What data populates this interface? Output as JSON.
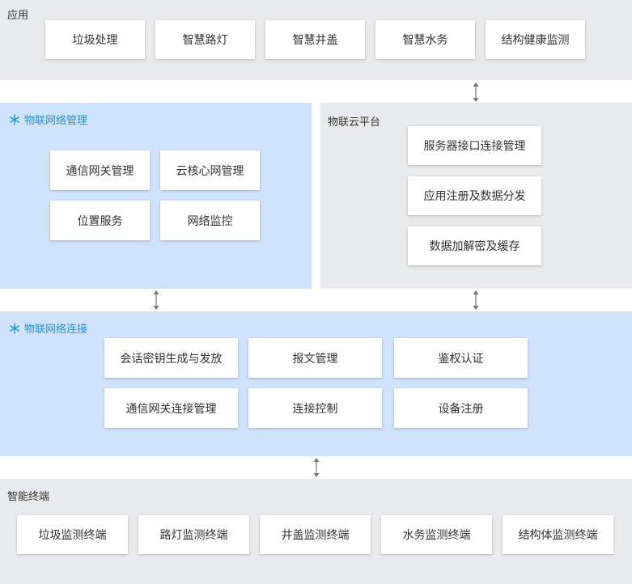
{
  "application": {
    "title": "应用",
    "items": [
      "垃圾处理",
      "智慧路灯",
      "智慧井盖",
      "智慧水务",
      "结构健康监测"
    ]
  },
  "iot_network_mgmt": {
    "title": "物联网络管理",
    "items": [
      "通信网关管理",
      "云核心网管理",
      "位置服务",
      "网络监控"
    ]
  },
  "iot_cloud_platform": {
    "title": "物联云平台",
    "items": [
      "服务器接口连接管理",
      "应用注册及数据分发",
      "数据加解密及缓存"
    ]
  },
  "iot_network_connect": {
    "title": "物联网络连接",
    "items": [
      "会话密钥生成与发放",
      "报文管理",
      "鉴权认证",
      "通信网关连接管理",
      "连接控制",
      "设备注册"
    ]
  },
  "smart_terminal": {
    "title": "智能终端",
    "items": [
      "垃圾监测终端",
      "路灯监测终端",
      "井盖监测终端",
      "水务监测终端",
      "结构体监测终端"
    ]
  },
  "colors": {
    "gray_band": "#e9eaeb",
    "blue_band": "#cfe3fd",
    "accent": "#1a95d6",
    "arrow": "#777777"
  },
  "icons": [
    "snowflake-icon",
    "double-arrow-icon"
  ]
}
